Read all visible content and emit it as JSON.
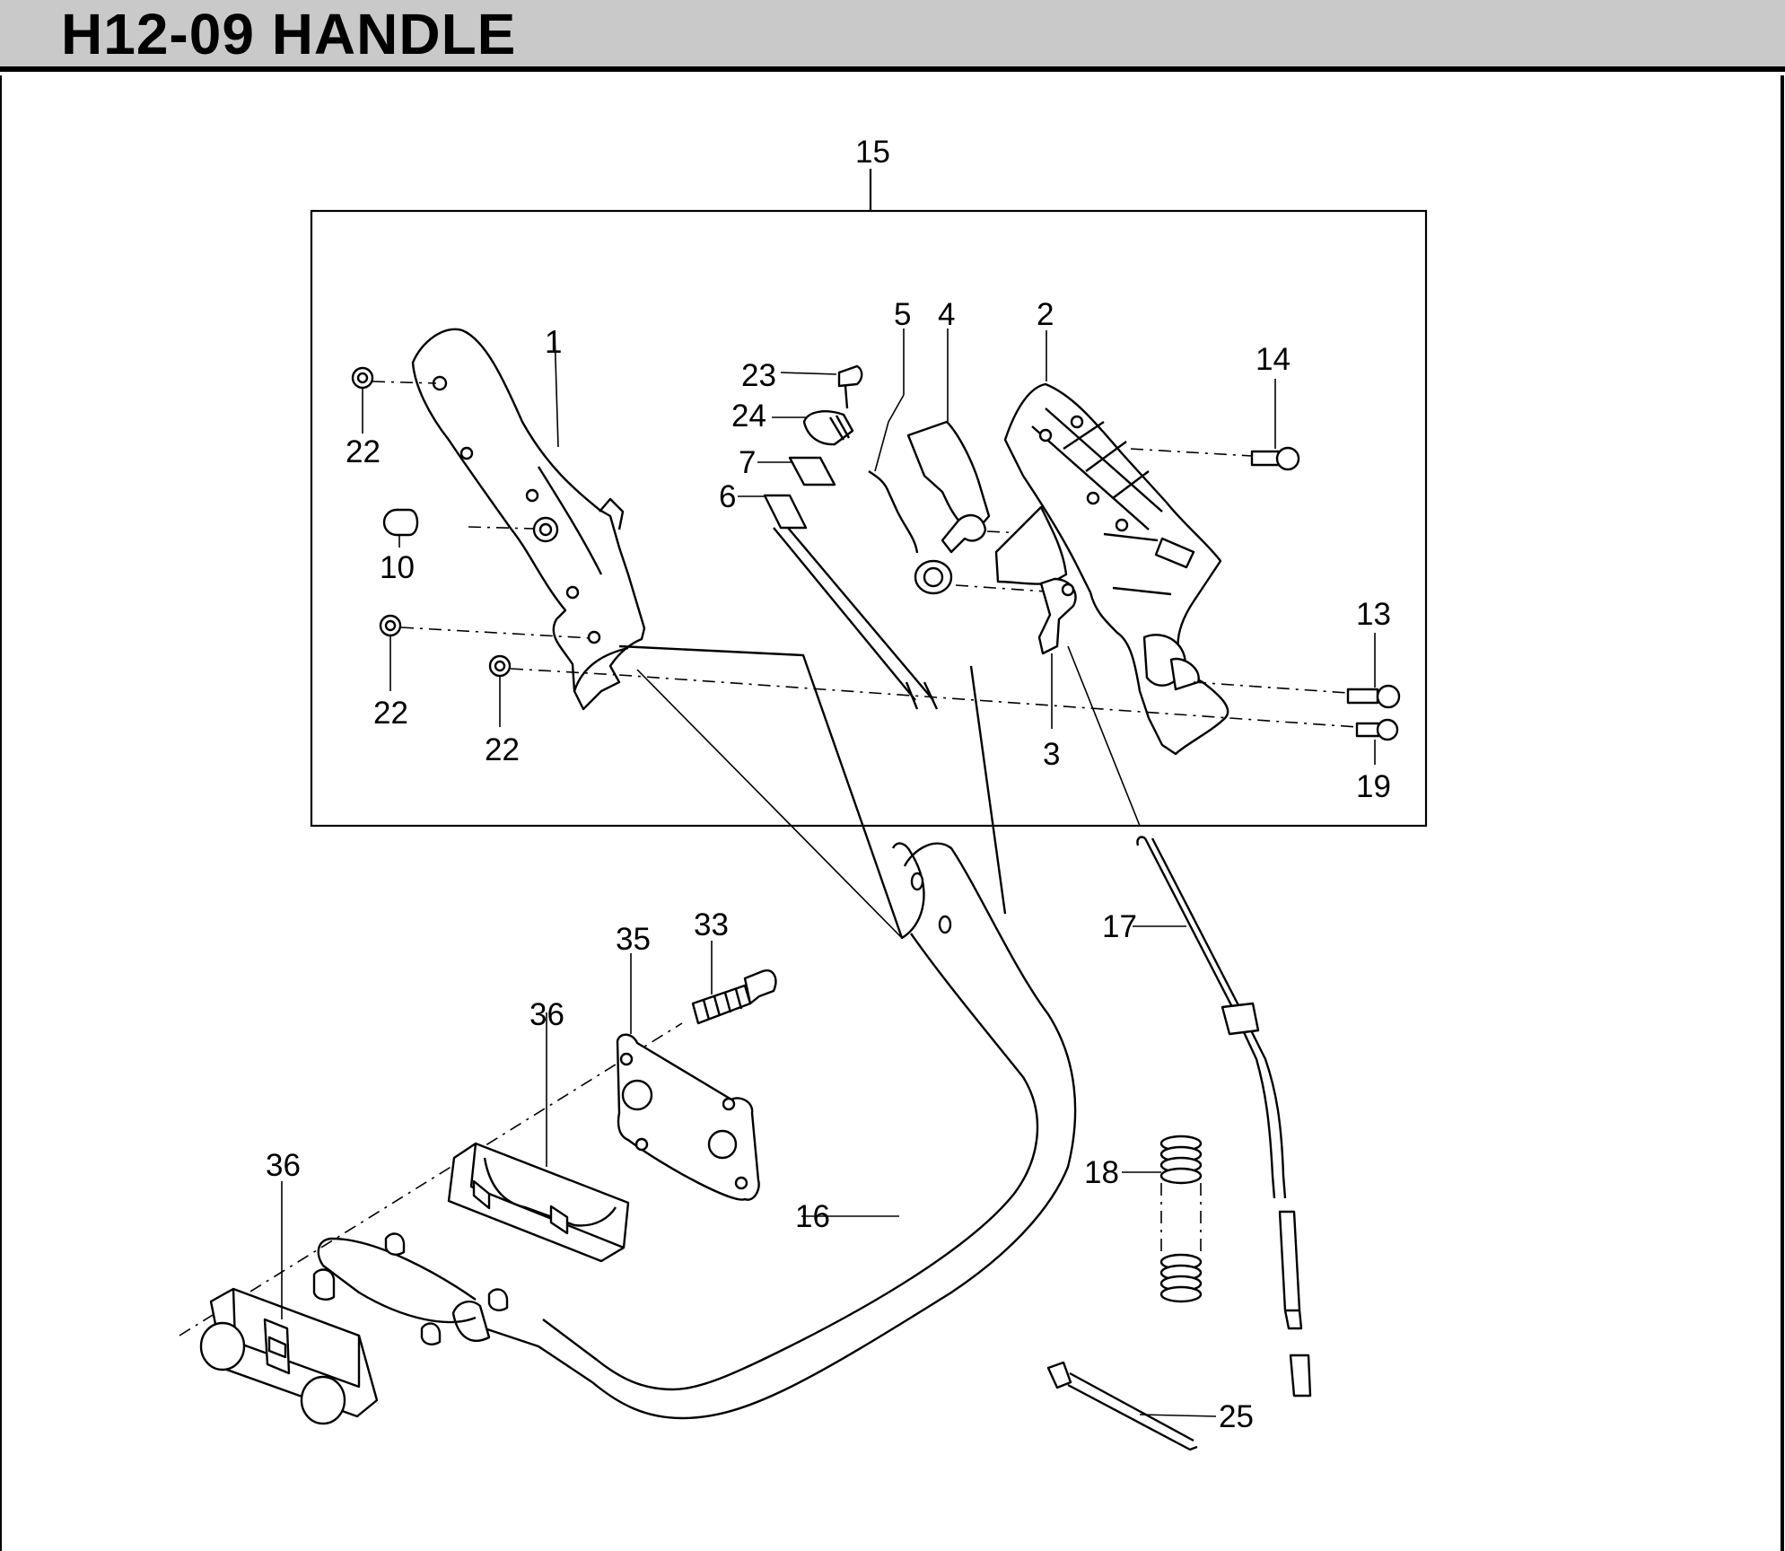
{
  "header": {
    "title": "H12-09  HANDLE"
  },
  "callouts": {
    "c15": "15",
    "c1": "1",
    "c2": "2",
    "c3": "3",
    "c4": "4",
    "c5": "5",
    "c6": "6",
    "c7": "7",
    "c10": "10",
    "c13": "13",
    "c14": "14",
    "c16": "16",
    "c17": "17",
    "c18": "18",
    "c19": "19",
    "c22a": "22",
    "c22b": "22",
    "c22c": "22",
    "c23": "23",
    "c24": "24",
    "c25": "25",
    "c33": "33",
    "c35": "35",
    "c36a": "36",
    "c36b": "36"
  },
  "colors": {
    "header_bg": "#c9c9c9",
    "ink": "#000000",
    "paper": "#ffffff"
  }
}
